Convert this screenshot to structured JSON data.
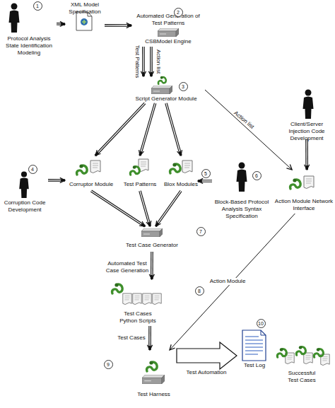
{
  "diagram": {
    "nodes": [
      {
        "text": [
          "Protocol Analysis State Identification Modeling"
        ]
      },
      {
        "text": [
          "XML Model Specification"
        ]
      },
      {
        "text": [
          "Automated Generation of Test Patterns",
          "CSBModel Engine"
        ]
      },
      {
        "text": [
          "Script Generator Module"
        ]
      },
      {
        "text": [
          "Client/Server Injection Code Development"
        ]
      },
      {
        "text": [
          "Corruption Code Development"
        ]
      },
      {
        "text": [
          "Corruptor Module"
        ]
      },
      {
        "text": [
          "Test Patterns"
        ]
      },
      {
        "text": [
          "Blox Modules"
        ]
      },
      {
        "text": [
          "Block-Based Protocol Analysis Syntax Specification"
        ]
      },
      {
        "text": [
          "Action Module Network Interface"
        ]
      },
      {
        "text": [
          "Test Case Generator"
        ]
      },
      {
        "text": [
          "Test Cases Python Scripts"
        ]
      },
      {
        "text": [
          "Test Harness"
        ]
      },
      {
        "text": [
          "Test Log"
        ]
      },
      {
        "text": [
          "Successful Test Cases"
        ]
      }
    ],
    "edges": [
      {
        "from": 0,
        "to": 1,
        "arrow": "to"
      },
      {
        "from": 1,
        "to": 2,
        "arrow": "to"
      },
      {
        "from": 2,
        "to": 3,
        "label": "Test Patterns",
        "arrow": "to"
      },
      {
        "from": 2,
        "to": 3,
        "label": "Action list",
        "arrow": "to"
      },
      {
        "from": 3,
        "to": 6,
        "arrow": "to"
      },
      {
        "from": 3,
        "to": 7,
        "arrow": "to"
      },
      {
        "from": 3,
        "to": 8,
        "arrow": "to"
      },
      {
        "from": 3,
        "to": 10,
        "label": "Action list",
        "arrow": "to"
      },
      {
        "from": 4,
        "to": 10,
        "arrow": "to"
      },
      {
        "from": 5,
        "to": 6,
        "arrow": "to"
      },
      {
        "from": 9,
        "to": 8,
        "arrow": "to"
      },
      {
        "from": 6,
        "to": 11,
        "arrow": "to"
      },
      {
        "from": 7,
        "to": 11,
        "arrow": "to"
      },
      {
        "from": 8,
        "to": 11,
        "arrow": "to"
      },
      {
        "from": 11,
        "to": 12,
        "label": "Automated Test Case Generation",
        "arrow": "to"
      },
      {
        "from": 12,
        "to": 13,
        "label": "Test Cases",
        "arrow": "to"
      },
      {
        "from": 10,
        "to": 13,
        "label": "Action Module",
        "arrow": "to"
      },
      {
        "from": 13,
        "to": 14,
        "label": "Test Automation",
        "arrow": "to"
      }
    ],
    "labels": [
      "1",
      "2",
      "3",
      "4",
      "5",
      "6",
      "7",
      "8",
      "9",
      "10"
    ]
  }
}
